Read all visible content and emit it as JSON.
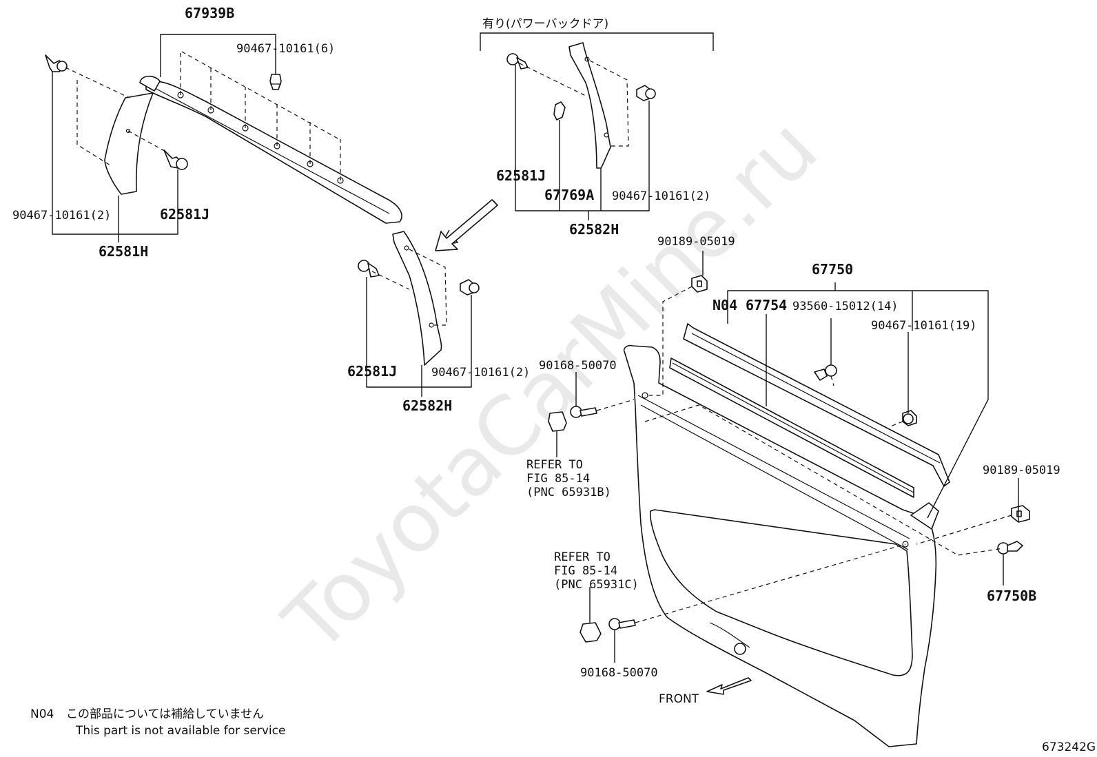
{
  "watermark": "ToyotaCarMine.ru",
  "figure_id": "673242G",
  "labels": {
    "l67939b": "67939B",
    "l90467_6": "90467-10161(6)",
    "l90467_2_left": "90467-10161(2)",
    "l62581j_left": "62581J",
    "l62581h": "62581H",
    "power_back_door": "有り(パワーバックドア)",
    "l62581j_mid": "62581J",
    "l67769a": "67769A",
    "l90467_2_top": "90467-10161(2)",
    "l62582h_top": "62582H",
    "l62581j_center": "62581J",
    "l90467_2_center": "90467-10161(2)",
    "l62582h_center": "62582H",
    "l90189_a": "90189-05019",
    "l67750": "67750",
    "ln04": "N04",
    "l67754": "67754",
    "l93560": "93560-15012(14)",
    "l90467_19": "90467-10161(19)",
    "l90168_a": "90168-50070",
    "refer1_l1": "REFER TO",
    "refer1_l2": "FIG 85-14",
    "refer1_l3": "(PNC 65931B)",
    "l90189_b": "90189-05019",
    "refer2_l1": "REFER TO",
    "refer2_l2": "FIG 85-14",
    "refer2_l3": "(PNC 65931C)",
    "l67750b": "67750B",
    "l90168_b": "90168-50070",
    "front": "FRONT"
  },
  "note": {
    "code": "N04",
    "japanese": "この部品については補給していません",
    "english": "This part is not available for service"
  }
}
